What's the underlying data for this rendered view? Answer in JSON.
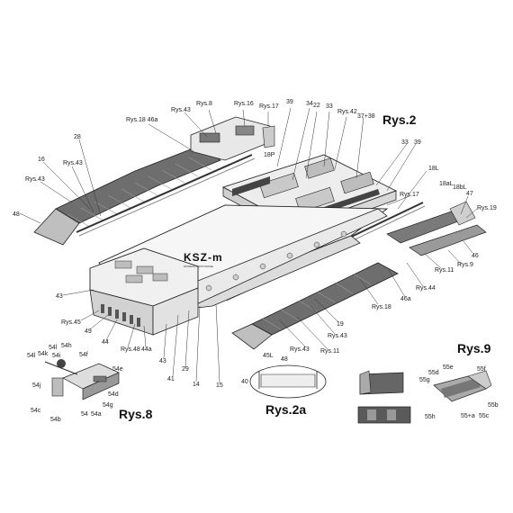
{
  "titles": {
    "rys2": "Rys.2",
    "rys2a": "Rys.2a",
    "rys8": "Rys.8",
    "rys9": "Rys.9"
  },
  "logo": {
    "text": "KSZ-m",
    "subtitle": "MODELE KARTONOWE"
  },
  "labels": {
    "rys18_46a": "Rys.18 46a",
    "rys43_top": "Rys.43",
    "rys8_top": "Rys.8",
    "rys16_top": "Rys.16",
    "rys17_top": "Rys.17",
    "n39_top": "39",
    "n34": "34",
    "n22": "22",
    "n33_top": "33",
    "rys42": "Rys.42",
    "n37_38": "37+38",
    "n18p": "18P",
    "n28": "28",
    "n16": "16",
    "rys43_left": "Rys.43",
    "rys43_left2": "Rys.43",
    "n48_left": "48",
    "n33_right": "33",
    "n39_right": "39",
    "n18l": "18L",
    "n18al": "18aL",
    "n18bl": "18bL",
    "rys17_right": "Rys.17",
    "n47": "47",
    "rys19": "Rys.19",
    "n46": "46",
    "rys9_ref": "Rys.9",
    "rys11_right": "Rys.11",
    "rys44": "Rys.44",
    "n46a": "46a",
    "rys18_right": "Rys.18",
    "n43_left": "43",
    "rys45": "Rys.45",
    "n49": "49",
    "n44": "44",
    "rys48": "Rys.48",
    "n44a": "44a",
    "n43_low": "43",
    "n41": "41",
    "n29": "29",
    "n14": "14",
    "n15": "15",
    "n19": "19",
    "rys43_mid": "Rys.43",
    "rys43_low": "Rys.43",
    "rys11_low": "Rys.11",
    "n45l": "45L",
    "n48_low": "48",
    "n40": "40",
    "n54l_a": "54l",
    "n54h": "54h",
    "n54l_b": "54l",
    "n54k": "54k",
    "n54i": "54i",
    "n54f": "54f",
    "n54e": "54e",
    "n54j": "54j",
    "n54d": "54d",
    "n54g": "54g",
    "n54c": "54c",
    "n54b": "54b",
    "n54": "54",
    "n54a": "54a",
    "n55e": "55e",
    "n55d": "55d",
    "n55f": "55f",
    "n55g": "55g",
    "n55b": "55b",
    "n55h": "55h",
    "n55c": "55c",
    "n55a": "55+a"
  },
  "colors": {
    "track_dark": "#5a5a5a",
    "track_mid": "#8c8c8c",
    "hull_light": "#f2f2f2",
    "hull_shadow": "#cfcfcf",
    "deck_grey": "#bdbdbd",
    "ink": "#222222"
  }
}
